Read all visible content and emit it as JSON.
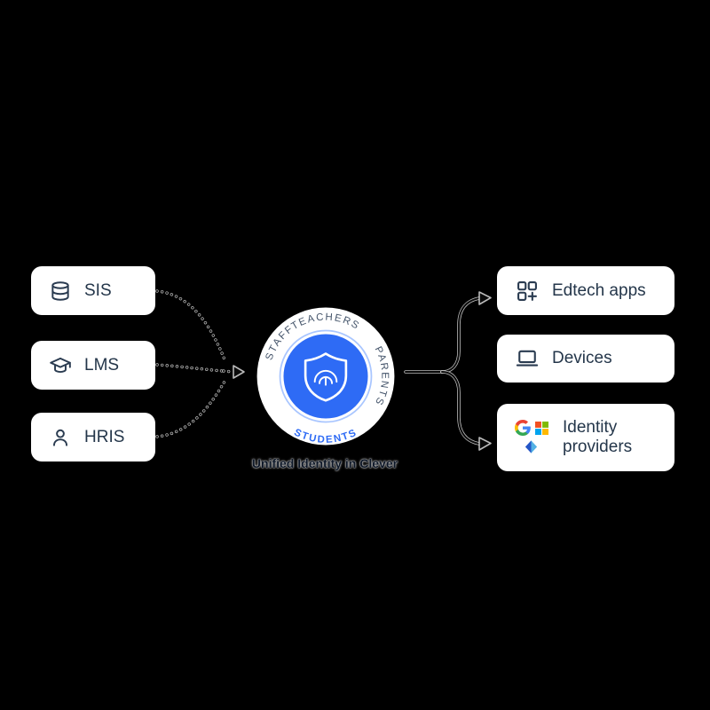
{
  "canvas": {
    "background": "#000000"
  },
  "sources": [
    {
      "label": "SIS",
      "icon": "database-icon"
    },
    {
      "label": "LMS",
      "icon": "graduation-cap-icon"
    },
    {
      "label": "HRIS",
      "icon": "person-icon"
    }
  ],
  "hub": {
    "ring_labels": {
      "top": "TEACHERS",
      "right": "PARENTS",
      "bottom": "STUDENTS",
      "left": "STAFF"
    },
    "caption": "Unified Identity in Clever",
    "colors": {
      "disc": "#2e6bf5",
      "inner_ring": "#a9c6ff",
      "ring_text": "#44546a",
      "students_text": "#2e6bf5"
    }
  },
  "destinations": [
    {
      "label": "Edtech apps",
      "icon": "apps-grid-icon"
    },
    {
      "label": "Devices",
      "icon": "laptop-icon"
    },
    {
      "label": "Identity providers",
      "provider_icons": [
        "google-icon",
        "microsoft-icon",
        "azure-icon"
      ]
    }
  ]
}
